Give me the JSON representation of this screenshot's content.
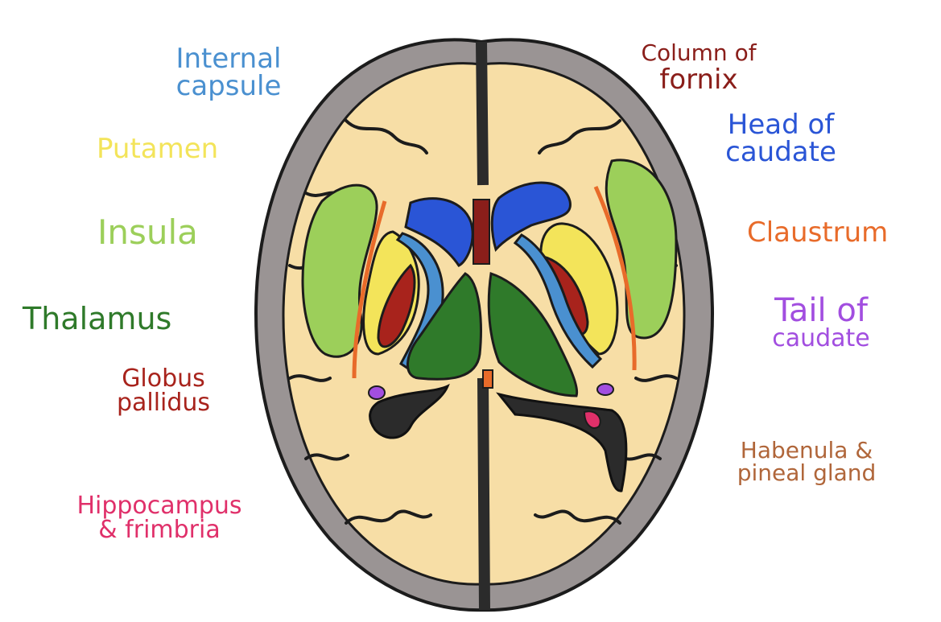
{
  "colors": {
    "internal_capsule": "#4a90d0",
    "putamen": "#f3e45a",
    "insula": "#9ccf5a",
    "thalamus": "#2f7a2a",
    "globus_pallidus": "#a8231c",
    "hippocampus": "#e0306a",
    "column_of_fornix": "#8a1e1a",
    "head_of_caudate": "#2a55d6",
    "claustrum": "#e86b2a",
    "tail_of_caudate": "#a24ee0",
    "habenula": "#b0663a",
    "white_matter": "#f7dea6",
    "cortex": "#9a9494",
    "ventricle": "#2b2b2b"
  },
  "labels": {
    "internal_capsule": [
      "Internal",
      "capsule"
    ],
    "putamen": "Putamen",
    "insula": "Insula",
    "thalamus": "Thalamus",
    "globus_pallidus": [
      "Globus",
      "pallidus"
    ],
    "hippocampus": [
      "Hippocampus",
      "& frimbria"
    ],
    "column_of_fornix": [
      "Column of",
      "fornix"
    ],
    "head_of_caudate": [
      "Head of",
      "caudate"
    ],
    "claustrum": "Claustrum",
    "tail_of_caudate": [
      "Tail of",
      "caudate"
    ],
    "habenula": [
      "Habenula &",
      "pineal gland"
    ]
  }
}
